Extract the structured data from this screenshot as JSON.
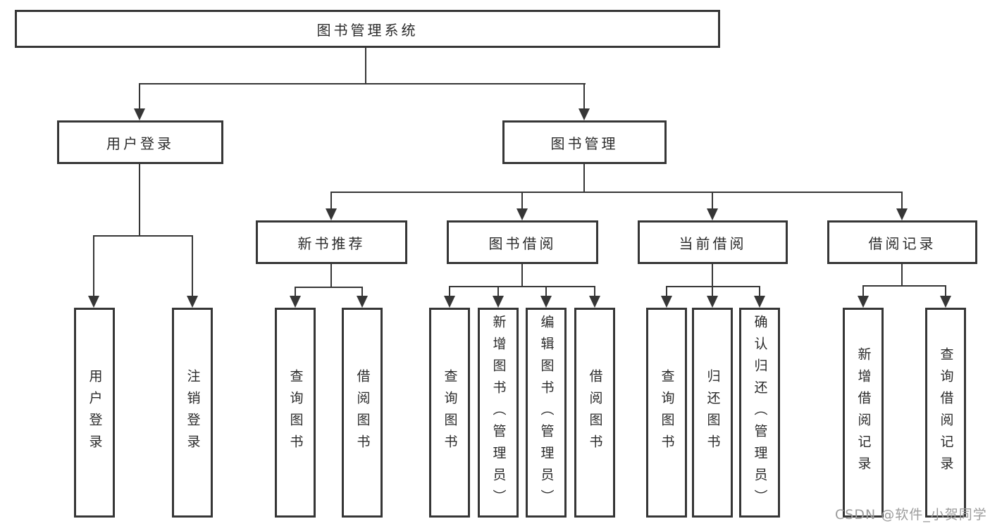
{
  "diagram": {
    "title": "图书管理系统",
    "branches": [
      {
        "label": "用户登录",
        "children": [
          "用户登录",
          "注销登录"
        ]
      },
      {
        "label": "图书管理",
        "sections": [
          {
            "label": "新书推荐",
            "children": [
              "查询图书",
              "借阅图书"
            ]
          },
          {
            "label": "图书借阅",
            "children": [
              "查询图书",
              "新增图书（管理员）",
              "编辑图书（管理员）",
              "借阅图书"
            ]
          },
          {
            "label": "当前借阅",
            "children": [
              "查询图书",
              "归还图书",
              "确认归还（管理员）"
            ]
          },
          {
            "label": "借阅记录",
            "children": [
              "新增借阅记录",
              "查询借阅记录"
            ]
          }
        ]
      }
    ],
    "watermark": "CSDN @软件_小贺同学",
    "colors": {
      "line": "#363636",
      "watermark": "#9c9c9c"
    }
  }
}
